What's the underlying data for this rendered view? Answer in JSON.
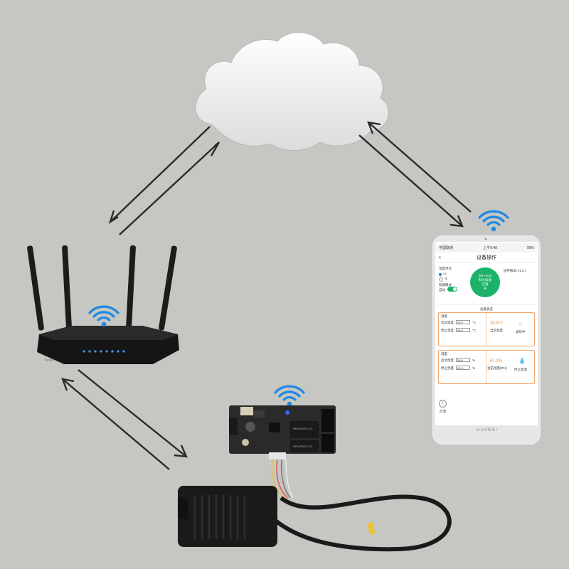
{
  "phone": {
    "status_left": "中国联通",
    "status_time": "上午9:48",
    "status_right": "90%",
    "nav_title": "设备操作",
    "temp_unit_label": "温度单位",
    "unit_c": "℃",
    "unit_f": "℉",
    "smart_mode_label": "智能模式",
    "auto_label": "自动",
    "circle_line1": "301-room",
    "circle_line2": "制冷加湿",
    "circle_line3": "在线",
    "circle_line4": "开",
    "firmware_label": "固件版本:V1.0.7",
    "device_status_title": "设备状态",
    "temp_card": {
      "title": "温度",
      "start_label": "启动温度",
      "start_value": "30.0",
      "stop_label": "停止温度",
      "stop_value": "46.0",
      "unit": "°C",
      "current_value": "25.9°C",
      "current_label": "当前温度",
      "mode_label": "加热中"
    },
    "hum_card": {
      "title": "湿度",
      "start_label": "启动湿度",
      "start_value": "30.6",
      "stop_label": "停止湿度",
      "stop_value": "40.6",
      "unit": "%",
      "current_value": "67.2%",
      "current_label": "当前湿度(RH)",
      "mode_label": "停止加湿"
    },
    "share_label": "分享",
    "brand": "HUAWEI"
  },
  "router": {
    "brand": "Tenda"
  },
  "board": {
    "label1": "DFA-05VDC-CL",
    "label2": "DFA-05VDC-CL"
  },
  "icons": {
    "wifi_router": "wifi-icon",
    "wifi_phone": "wifi-icon",
    "wifi_board": "wifi-icon"
  },
  "colors": {
    "background": "#c6c7c2",
    "wifi": "#1e88e5",
    "app_accent": "#1bb36a",
    "card_accent": "#f08b2e"
  }
}
